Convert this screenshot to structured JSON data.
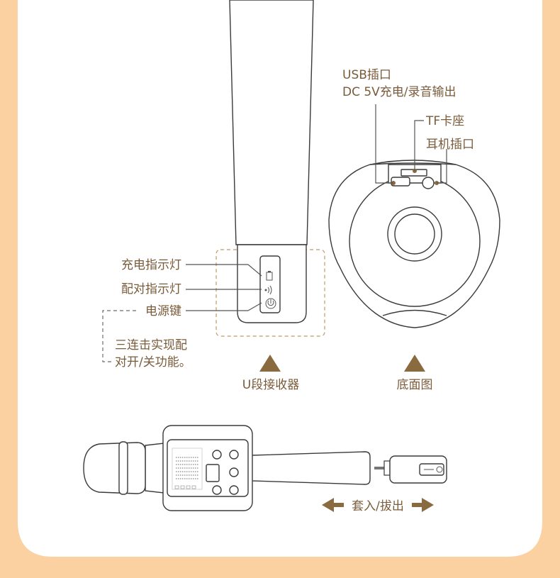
{
  "colors": {
    "background": "#fbd1a1",
    "panel": "#ffffff",
    "label_text": "#7a5b3a",
    "marker": "#8a6a3f",
    "dashed_box": "#bf9a66"
  },
  "labels": {
    "usb_port_line1": "USB插口",
    "usb_port_line2": "DC 5V充电/录音输出",
    "tf_slot": "TF卡座",
    "earphone_jack": "耳机插口",
    "charge_indicator": "充电指示灯",
    "pair_indicator": "配对指示灯",
    "power_key": "电源键",
    "triple_press_line1": "三连击实现配",
    "triple_press_line2": "对开/关功能。",
    "u_receiver": "U段接收器",
    "bottom_view": "底面图",
    "plug_in_out": "套入/拔出"
  },
  "icons": {
    "marker": "triangle-up-icon",
    "arrow_left": "arrow-left-icon",
    "arrow_right": "arrow-right-icon",
    "power": "power-icon",
    "battery": "battery-icon",
    "signal": "signal-icon"
  }
}
